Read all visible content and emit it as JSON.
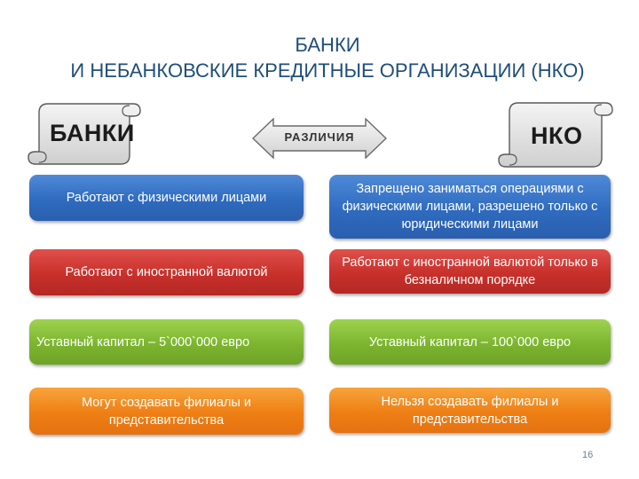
{
  "title": {
    "line1": "БАНКИ",
    "line2": "И НЕБАНКОВСКИЕ КРЕДИТНЫЕ ОРГАНИЗАЦИИ (НКО)"
  },
  "headers": {
    "left": "БАНКИ",
    "middle": "РАЗЛИЧИЯ",
    "right": "НКО"
  },
  "rows": [
    {
      "left": "Работают с физическими лицами",
      "right": "Запрещено заниматься операциями с физическими лицами,  разрешено только с юридическими лицами",
      "color": "#2f6bbf"
    },
    {
      "left": "Работают с иностранной валютой",
      "right": "Работают с иностранной валютой только в безналичном порядке",
      "color": "#c8302b"
    },
    {
      "left": "Уставный капитал – 5`000`000 евро",
      "right": "Уставный капитал – 100`000 евро",
      "color": "#7cb52f"
    },
    {
      "left": "Могут создавать филиалы и представительства",
      "right": "Нельзя создавать филиалы и представительства",
      "color": "#ee7f14"
    }
  ],
  "page_number": "16"
}
